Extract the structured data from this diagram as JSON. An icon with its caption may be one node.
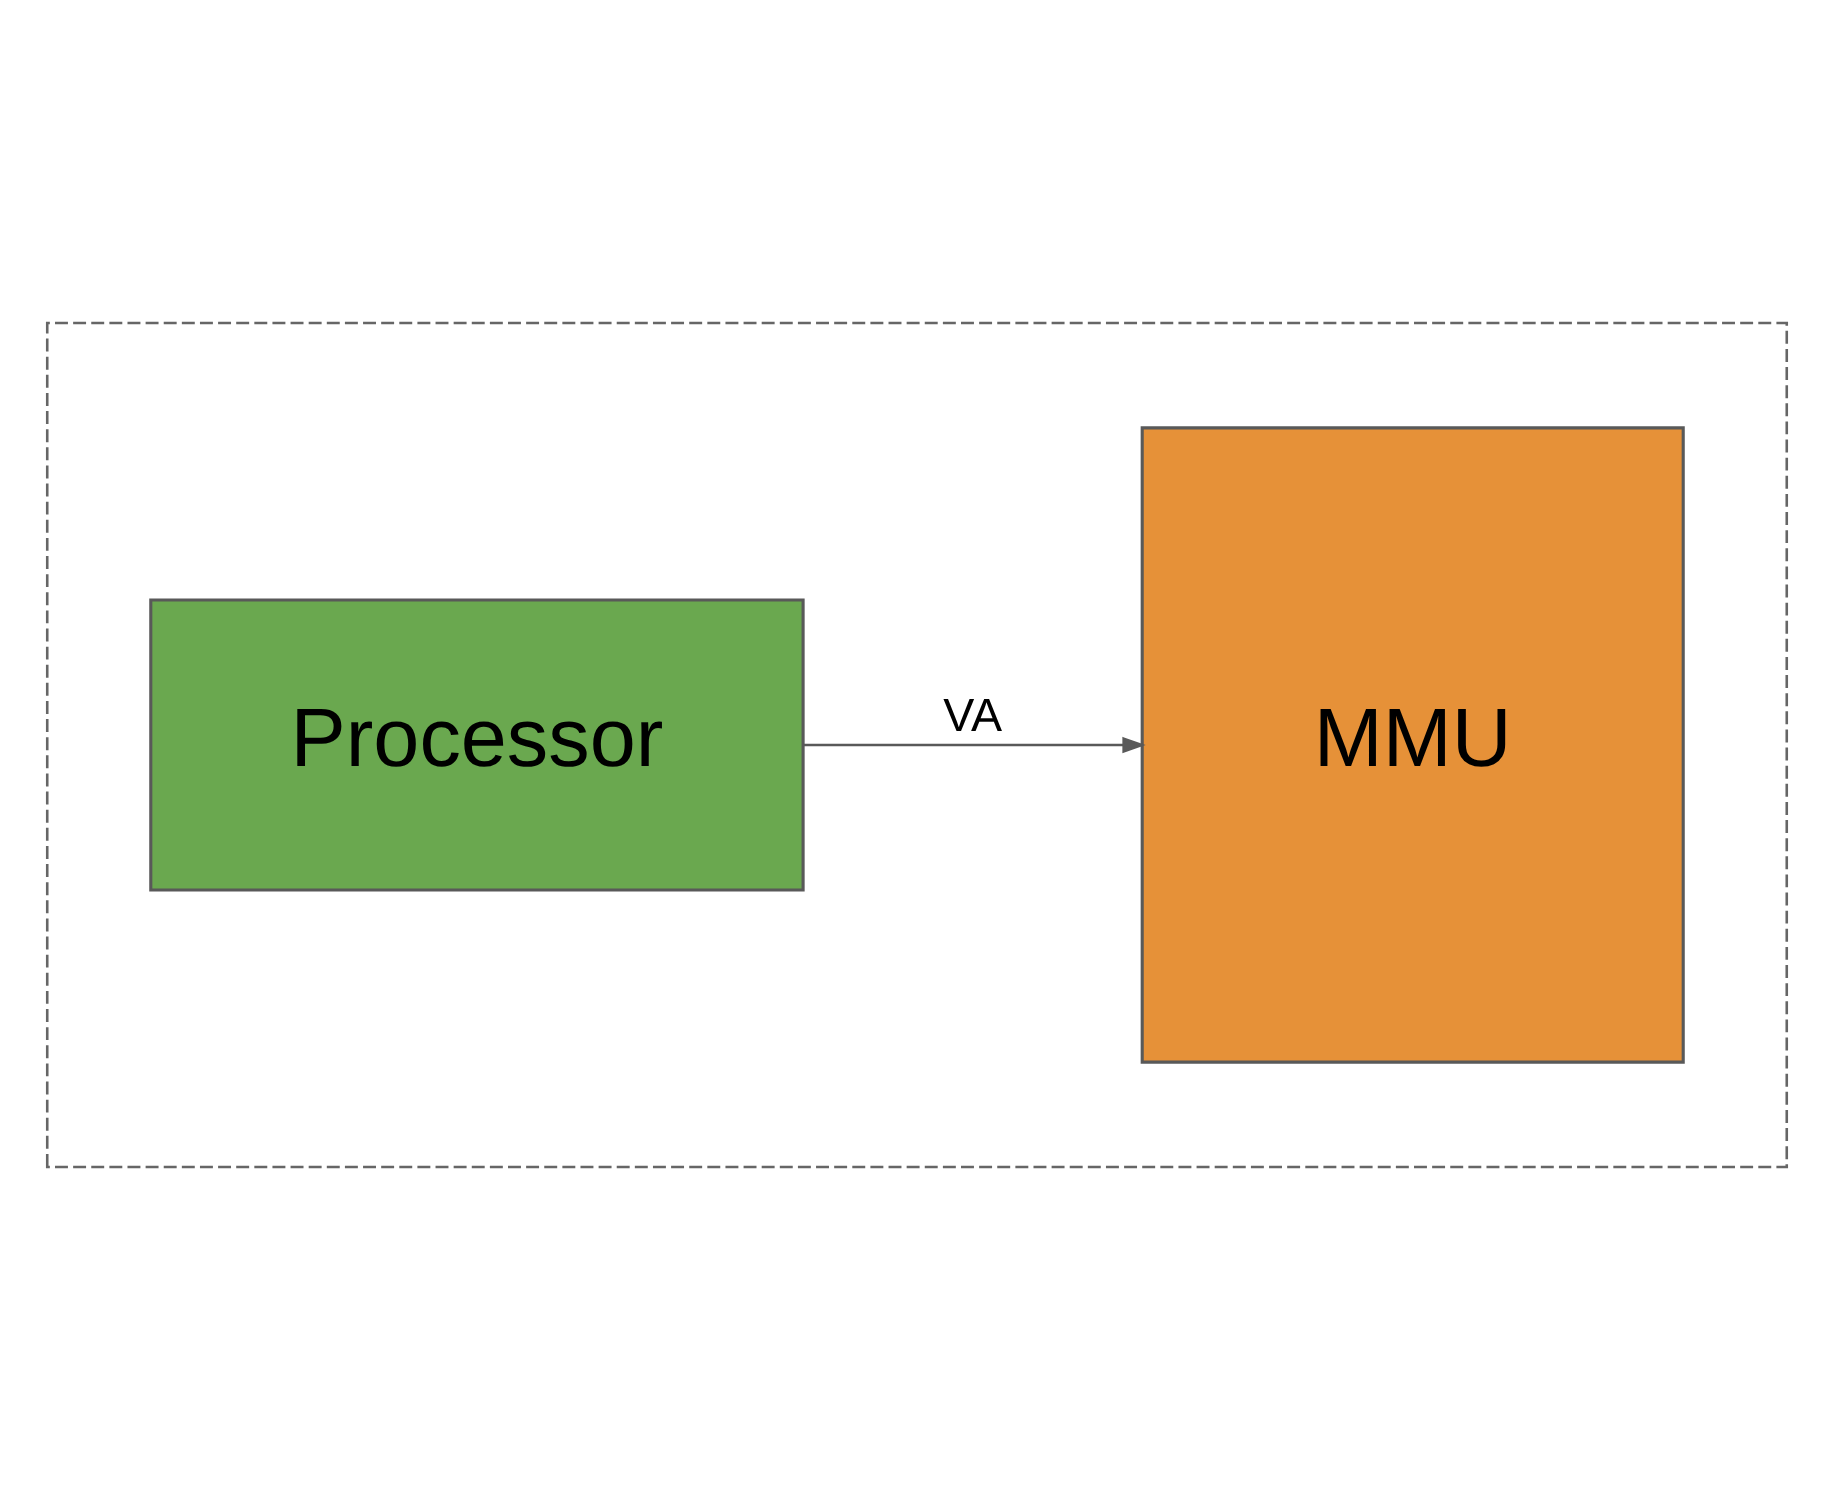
{
  "diagram": {
    "nodes": [
      {
        "text": [],
        "shape": "box"
      },
      {
        "text": [
          "Processor"
        ],
        "in": 0
      },
      {
        "text": [
          "MMU"
        ],
        "in": 0
      }
    ],
    "edges": [
      {
        "from": 1,
        "to": 2,
        "label": "VA",
        "arrow": "to"
      }
    ]
  }
}
